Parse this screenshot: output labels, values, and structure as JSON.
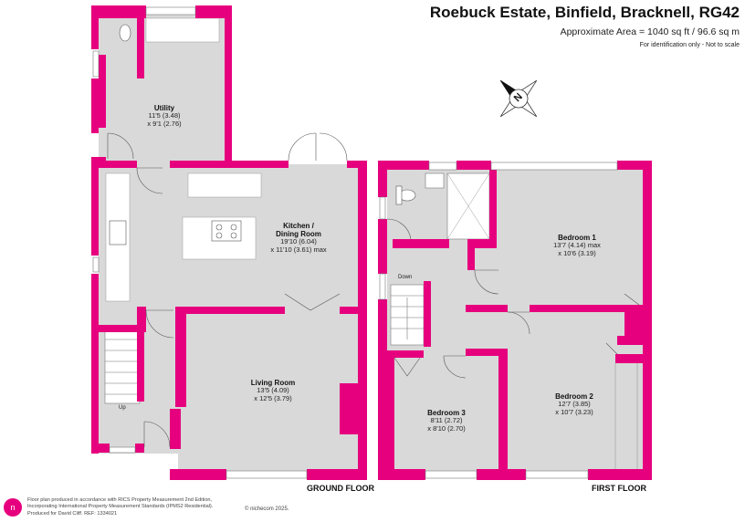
{
  "header": {
    "title": "Roebuck Estate, Binfield, Bracknell, RG42",
    "area": "Approximate Area = 1040 sq ft / 96.6 sq m",
    "note": "For identification only - Not to scale"
  },
  "compass": {
    "letter": "N"
  },
  "floors": {
    "ground": "GROUND FLOOR",
    "first": "FIRST FLOOR"
  },
  "rooms": {
    "utility": {
      "name": "Utility",
      "dim1": "11'5 (3.48)",
      "dim2": "x 9'1 (2.76)"
    },
    "kitchen": {
      "name1": "Kitchen /",
      "name2": "Dining Room",
      "dim1": "19'10 (6.04)",
      "dim2": "x 11'10 (3.61) max"
    },
    "living": {
      "name": "Living Room",
      "dim1": "13'5 (4.09)",
      "dim2": "x 12'5 (3.79)"
    },
    "bedroom1": {
      "name": "Bedroom 1",
      "dim1": "13'7 (4.14) max",
      "dim2": "x 10'6 (3.19)"
    },
    "bedroom2": {
      "name": "Bedroom 2",
      "dim1": "12'7 (3.85)",
      "dim2": "x 10'7 (3.23)"
    },
    "bedroom3": {
      "name": "Bedroom 3",
      "dim1": "8'11 (2.72)",
      "dim2": "x 8'10 (2.70)"
    }
  },
  "stairs": {
    "up": "Up",
    "down": "Down"
  },
  "footer": {
    "line1": "Floor plan produced in accordance with RICS Property Measurement 2nd Edition,",
    "line2": "Incorporating International Property Measurement Standards (IPMS2 Residential).",
    "line3": "Produced for David Cliff.   REF:  1334021",
    "logo": "© nichecom 2025.",
    "badge": "n"
  },
  "colors": {
    "wall": "#e6007e",
    "floor": "#d9d9d9",
    "fixture": "#ffffff"
  }
}
